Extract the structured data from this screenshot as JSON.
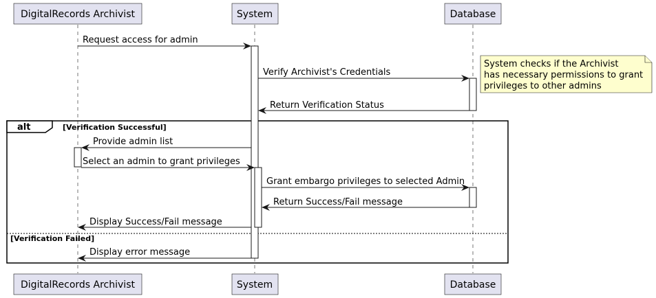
{
  "participants": [
    {
      "id": "archivist",
      "label": "DigitalRecords Archivist"
    },
    {
      "id": "system",
      "label": "System"
    },
    {
      "id": "database",
      "label": "Database"
    }
  ],
  "messages": [
    {
      "from": "archivist",
      "to": "system",
      "label": "Request access for admin"
    },
    {
      "from": "system",
      "to": "database",
      "label": "Verify Archivist's Credentials"
    },
    {
      "from": "database",
      "to": "system",
      "label": "Return Verification Status"
    },
    {
      "from": "system",
      "to": "archivist",
      "label": "Provide admin list"
    },
    {
      "from": "archivist",
      "to": "system",
      "label": "Select an admin to grant privileges"
    },
    {
      "from": "system",
      "to": "database",
      "label": "Grant embargo privileges to selected Admin"
    },
    {
      "from": "database",
      "to": "system",
      "label": "Return Success/Fail message"
    },
    {
      "from": "system",
      "to": "archivist",
      "label": "Display Success/Fail message"
    },
    {
      "from": "system",
      "to": "archivist",
      "label": "Display error message"
    }
  ],
  "note": {
    "lines": [
      "System checks if the Archivist",
      "has necessary permissions to grant",
      "privileges to other admins"
    ]
  },
  "alt_frame": {
    "label": "alt",
    "guard_main": "[Verification Successful]",
    "guard_else": "[Verification Failed]"
  }
}
